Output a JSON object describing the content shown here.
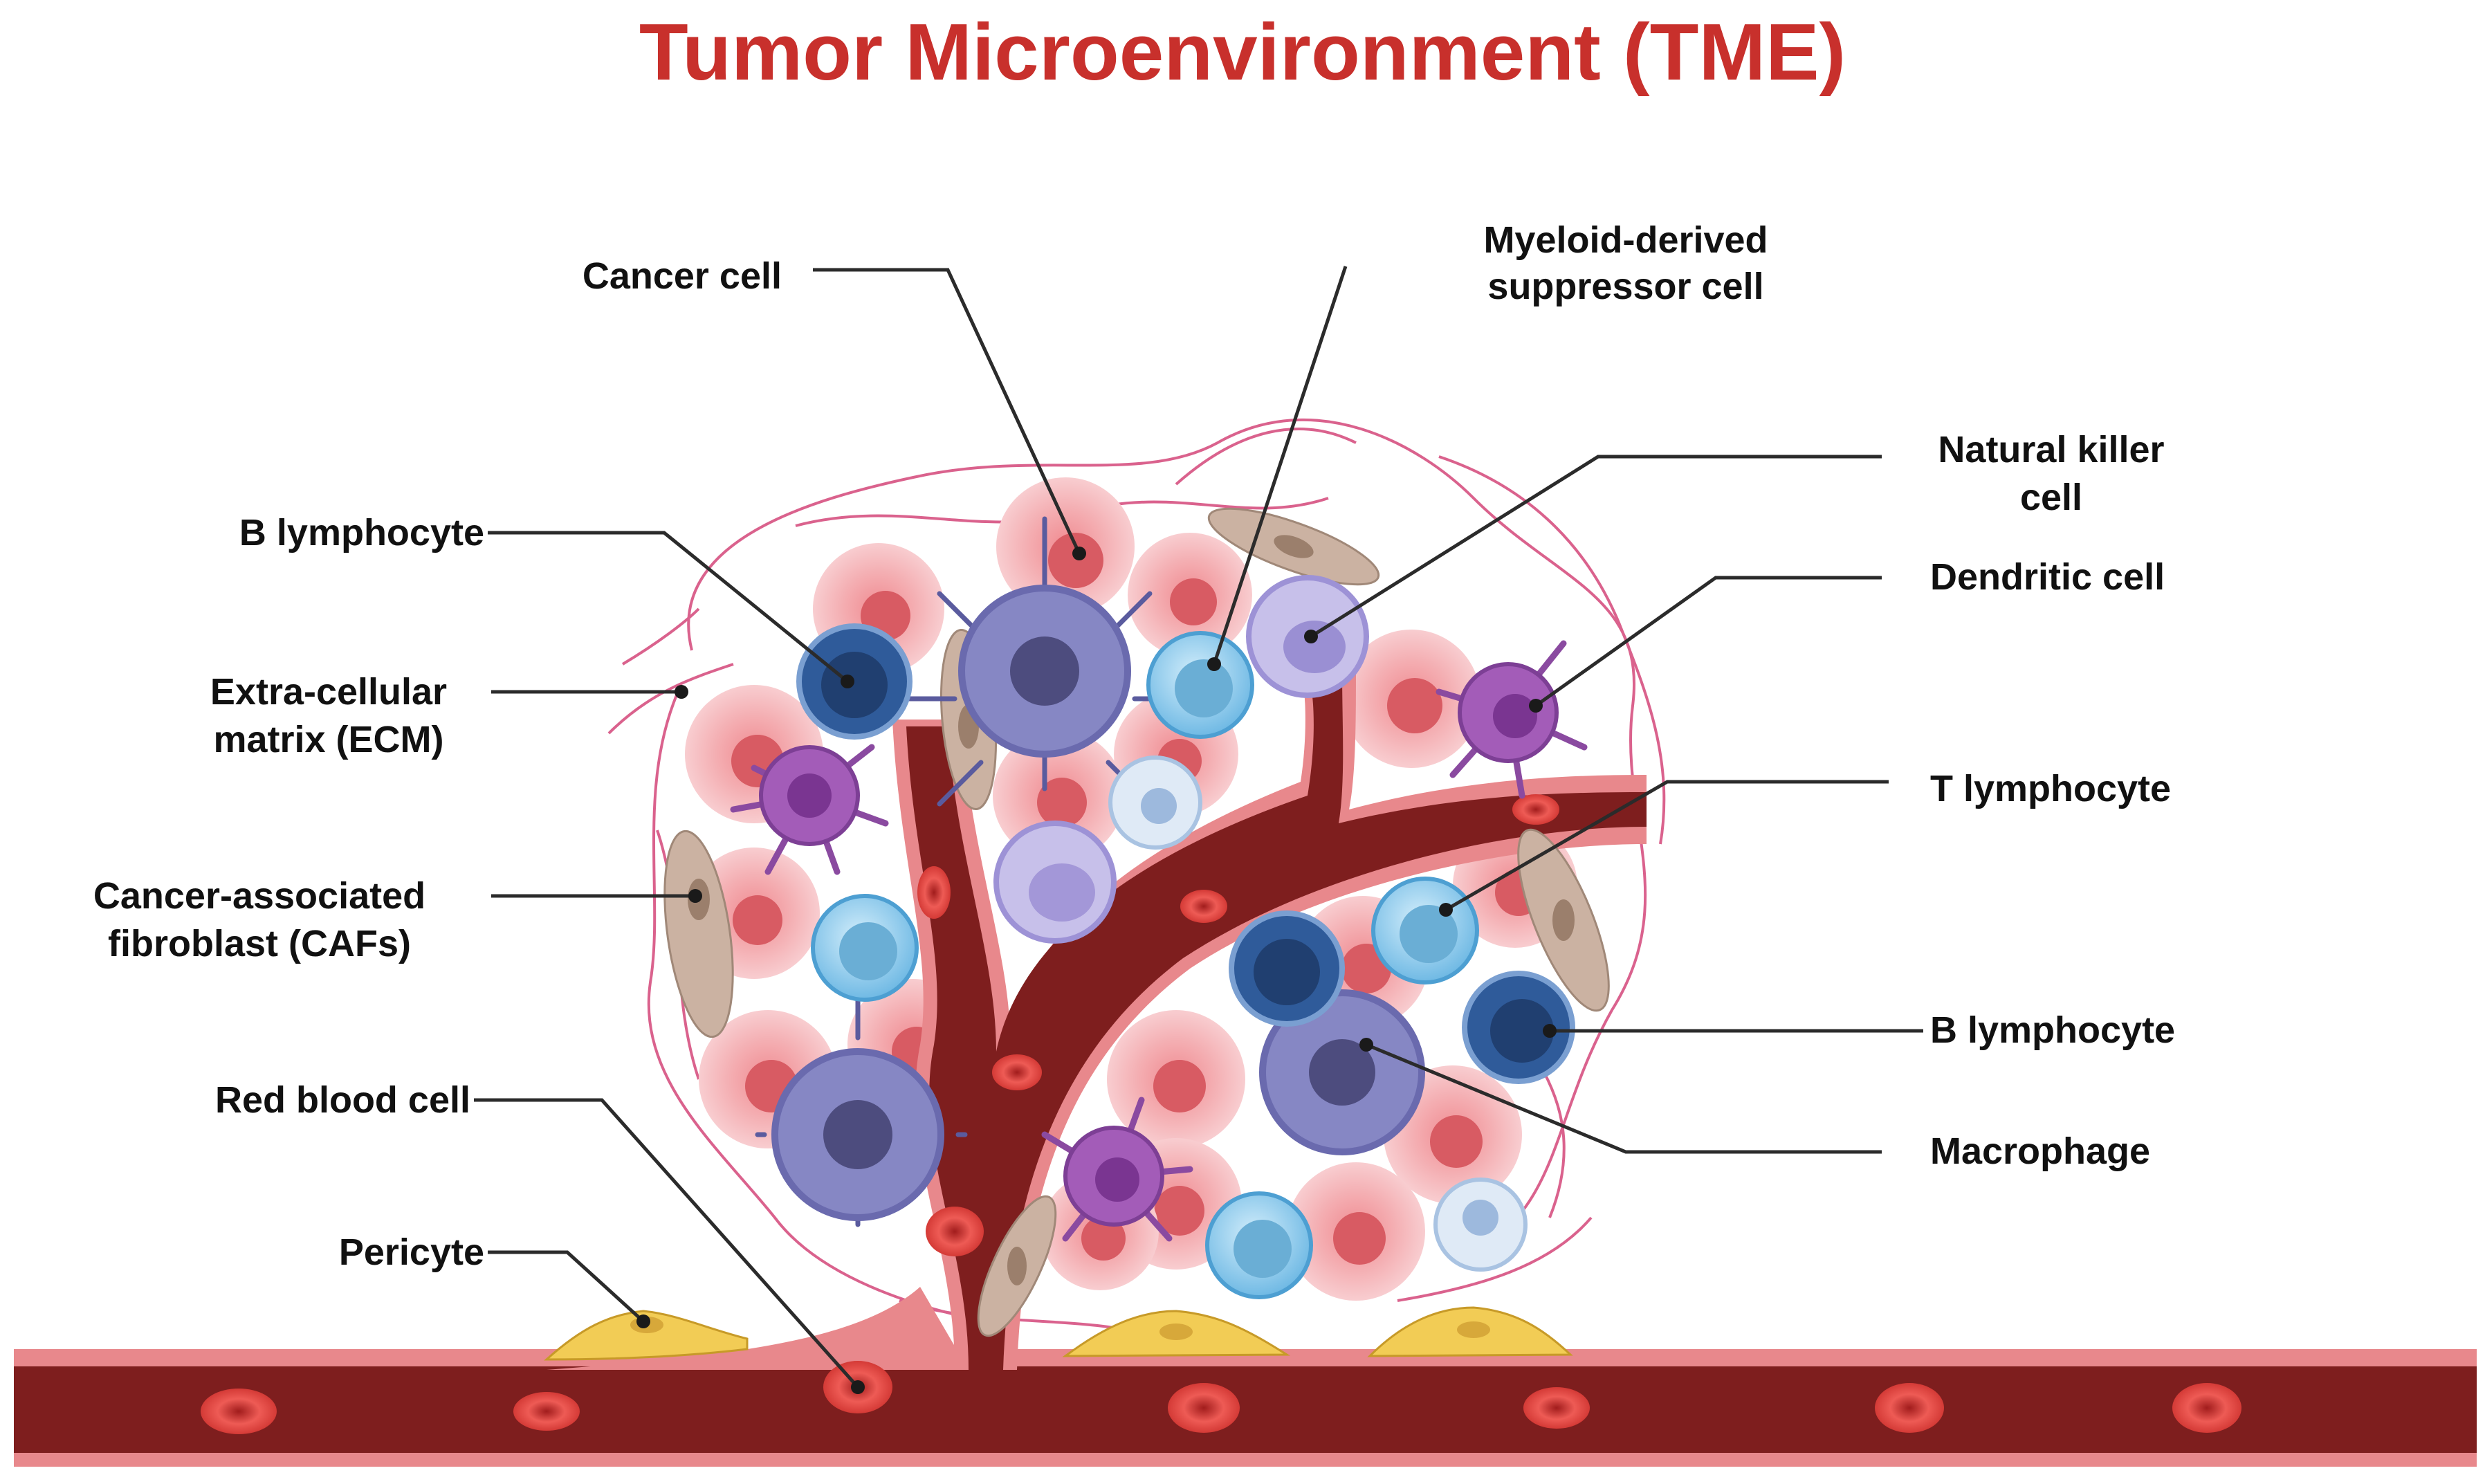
{
  "title": "Tumor Microenvironment (TME)",
  "colors": {
    "title": "#c8302c",
    "vessel_dark": "#7e1e1e",
    "vessel_rim": "#e8888c",
    "cancer_cell": "#f3a8ac",
    "b_lymphocyte": "#2f5b9a",
    "t_lymphocyte": "#7cc3e8",
    "macrophage": "#6e6fae",
    "dendritic_cell": "#8a4aa0",
    "mdsc": "#b6aee0",
    "fibroblast": "#cbb2a2",
    "pericyte": "#f2cc55",
    "red_blood_cell": "#e2453f"
  },
  "labels": {
    "cancer_cell": "Cancer cell",
    "mdsc_line1": "Myeloid-derived",
    "mdsc_line2": "suppressor cell",
    "b_lymphocyte_left": "B lymphocyte",
    "nk_line1": "Natural killer",
    "nk_line2": "cell",
    "dendritic_cell": "Dendritic cell",
    "ecm_line1": "Extra-cellular",
    "ecm_line2": "matrix (ECM)",
    "t_lymphocyte": "T lymphocyte",
    "caf_line1": "Cancer-associated",
    "caf_line2": "fibroblast (CAFs)",
    "b_lymphocyte_right": "B lymphocyte",
    "red_blood_cell": "Red blood cell",
    "macrophage": "Macrophage",
    "pericyte": "Pericyte"
  }
}
